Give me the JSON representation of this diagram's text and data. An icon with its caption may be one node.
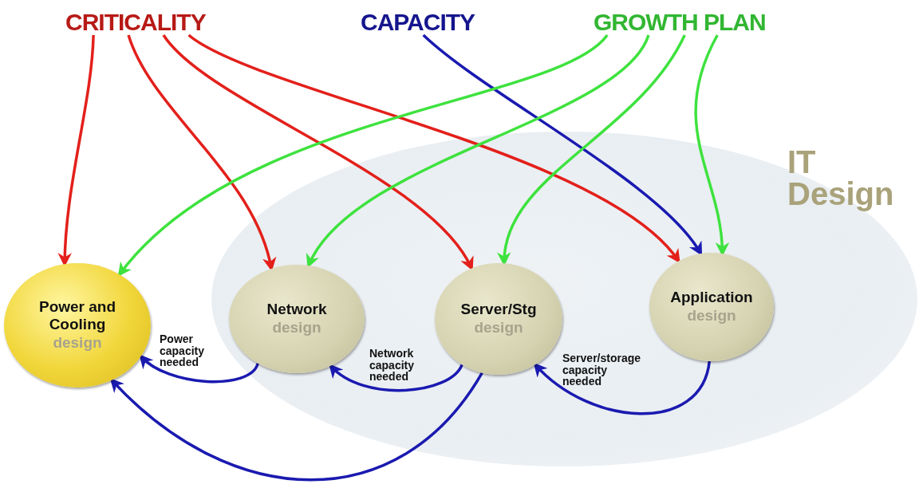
{
  "diagram": {
    "nodes": [
      {
        "text": [
          "CRITICALITY"
        ]
      },
      {
        "text": [
          "CAPACITY"
        ]
      },
      {
        "text": [
          "GROWTH PLAN"
        ]
      },
      {
        "text": [
          "IT Design"
        ]
      },
      {
        "text": [
          "Power and Cooling",
          "design"
        ]
      },
      {
        "text": [
          "Network",
          "design"
        ],
        "in": 3
      },
      {
        "text": [
          "Server/Stg",
          "design"
        ],
        "in": 3
      },
      {
        "text": [
          "Application",
          "design"
        ],
        "in": 3
      }
    ],
    "edges": [
      {
        "from": 0,
        "to": 4,
        "arrow": "to",
        "color": "#e3201b"
      },
      {
        "from": 0,
        "to": 5,
        "arrow": "to",
        "color": "#e3201b"
      },
      {
        "from": 0,
        "to": 6,
        "arrow": "to",
        "color": "#e3201b"
      },
      {
        "from": 0,
        "to": 7,
        "arrow": "to",
        "color": "#e3201b"
      },
      {
        "from": 1,
        "to": 7,
        "arrow": "to",
        "color": "#1a1ab0"
      },
      {
        "from": 2,
        "to": 4,
        "arrow": "to",
        "color": "#3ee23e"
      },
      {
        "from": 2,
        "to": 5,
        "arrow": "to",
        "color": "#3ee23e"
      },
      {
        "from": 2,
        "to": 6,
        "arrow": "to",
        "color": "#3ee23e"
      },
      {
        "from": 2,
        "to": 7,
        "arrow": "to",
        "color": "#3ee23e"
      },
      {
        "from": 5,
        "to": 4,
        "arrow": "to",
        "label": "Power capacity needed",
        "color": "#1a1ab0"
      },
      {
        "from": 6,
        "to": 5,
        "arrow": "to",
        "label": "Network capacity needed",
        "color": "#1a1ab0"
      },
      {
        "from": 6,
        "to": 4,
        "arrow": "to",
        "color": "#1a1ab0"
      },
      {
        "from": 7,
        "to": 6,
        "arrow": "to",
        "label": "Server/storage capacity needed",
        "color": "#1a1ab0"
      }
    ]
  }
}
